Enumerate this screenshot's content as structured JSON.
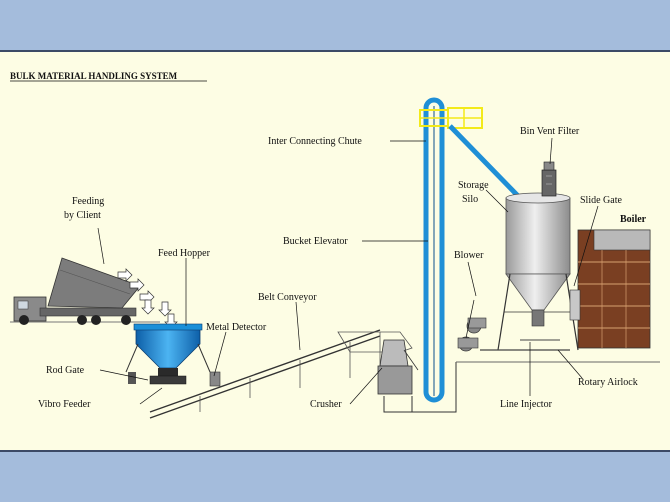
{
  "title": "BULK MATERIAL HANDLING SYSTEM",
  "labels": {
    "feeding_line1": "Feeding",
    "feeding_line2": "by Client",
    "feed_hopper": "Feed Hopper",
    "metal_detector": "Metal Detector",
    "rod_gate": "Rod Gate",
    "vibro_feeder": "Vibro Feeder",
    "belt_conveyor": "Belt Conveyor",
    "crusher": "Crusher",
    "bucket_elevator": "Bucket Elevator",
    "inter_connecting_chute": "Inter Connecting Chute",
    "storage_line1": "Storage",
    "storage_line2": "Silo",
    "bin_vent_filter": "Bin Vent Filter",
    "slide_gate": "Slide Gate",
    "boiler": "Boiler",
    "blower": "Blower",
    "rotary_airlock": "Rotary Airlock",
    "line_injector": "Line Injector"
  },
  "colors": {
    "panel_bg": "#fdfde4",
    "frame_blue": "#a4bcdc",
    "elevator_blue": "#1f8fd6",
    "hopper_blue": "#1a8fd8",
    "structure_yellow": "#f3ea1a",
    "silo_gray": "#d4d4d4",
    "boiler_brown": "#7a3f22"
  }
}
